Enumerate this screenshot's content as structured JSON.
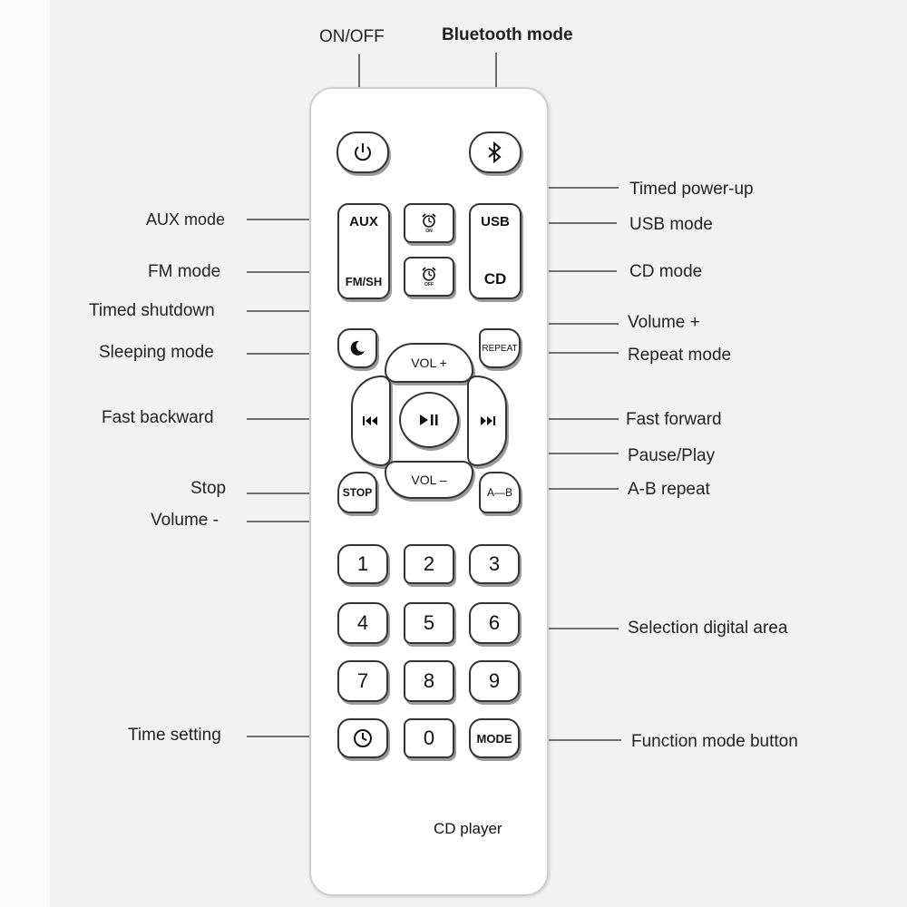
{
  "device_label": "CD player",
  "callouts": {
    "on_off": "ON/OFF",
    "bluetooth_mode": "Bluetooth mode",
    "timed_power_up": "Timed power-up",
    "aux_mode": "AUX mode",
    "usb_mode": "USB mode",
    "fm_mode": "FM mode",
    "cd_mode": "CD mode",
    "timed_shutdown": "Timed shutdown",
    "volume_plus": "Volume +",
    "sleeping_mode": "Sleeping mode",
    "repeat_mode": "Repeat mode",
    "fast_backward": "Fast backward",
    "fast_forward": "Fast forward",
    "pause_play": "Pause/Play",
    "stop": "Stop",
    "a_b_repeat": "A-B repeat",
    "volume_minus": "Volume -",
    "selection_digital_area": "Selection digital area",
    "time_setting": "Time setting",
    "function_mode_button": "Function mode button"
  },
  "buttons": {
    "aux": "AUX",
    "fm_sh": "FM/SH",
    "usb": "USB",
    "cd": "CD",
    "alarm_on_sub": "ON",
    "alarm_off_sub": "OFF",
    "repeat": "REPEAT",
    "vol_plus": "VOL +",
    "vol_minus": "VOL –",
    "stop": "STOP",
    "a_b": "A—B",
    "mode": "MODE",
    "digits": [
      "1",
      "2",
      "3",
      "4",
      "5",
      "6",
      "7",
      "8",
      "9",
      "0"
    ]
  },
  "icons": {
    "power": "power-icon",
    "bluetooth": "bluetooth-icon",
    "alarm_on": "alarm-clock-on-icon",
    "alarm_off": "alarm-clock-off-icon",
    "sleep": "moon-icon",
    "rewind": "rewind-icon",
    "play_pause": "play-pause-icon",
    "fast_forward": "fast-forward-icon",
    "clock": "clock-icon"
  }
}
